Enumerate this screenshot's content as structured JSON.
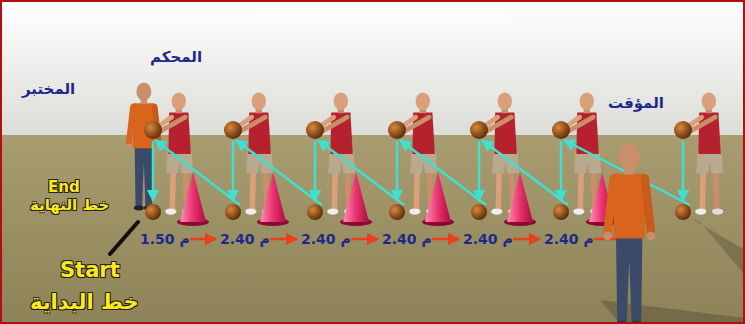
{
  "diagram": {
    "labels": [
      "المحكم",
      "المختبر",
      "المؤقت",
      "End",
      "خط النهاية",
      "Start",
      "خط البداية",
      "1.50 م",
      "2.40 م",
      "2.40 م",
      "2.40 م",
      "2.40 م",
      "2.40 م"
    ]
  }
}
